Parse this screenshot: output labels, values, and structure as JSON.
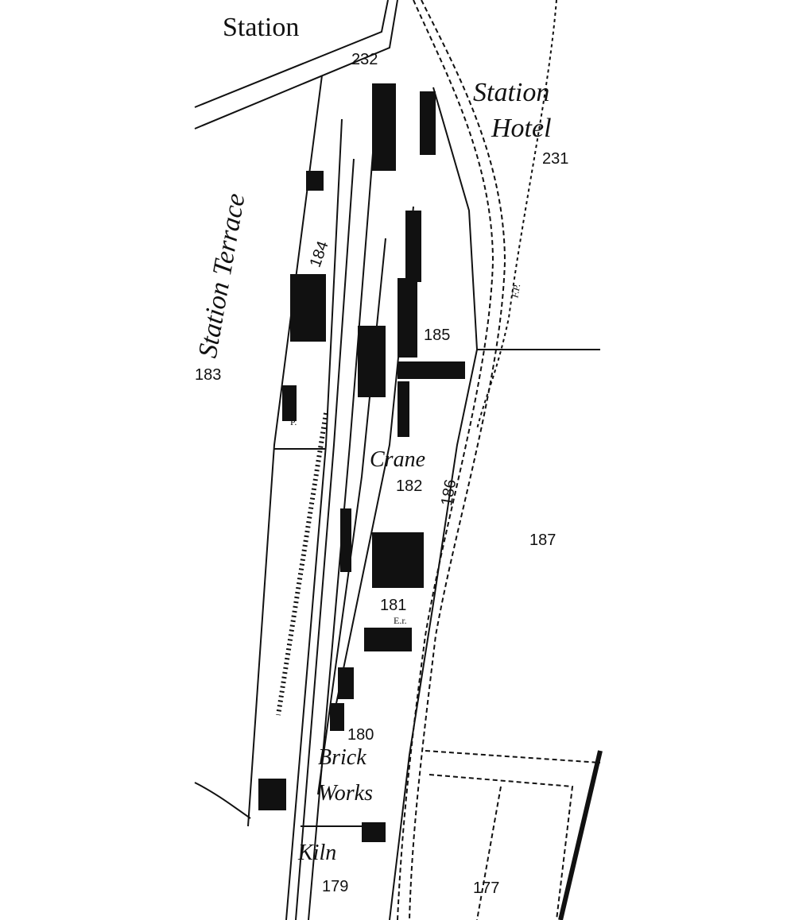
{
  "map": {
    "style": "black-and-white Ordnance Survey style plan",
    "labels": {
      "station": "Station",
      "station_hotel_1": "Station",
      "station_hotel_2": "Hotel",
      "station_terrace": "Station Terrace",
      "crane": "Crane",
      "brick": "Brick",
      "works": "Works",
      "kiln": "Kiln",
      "fp": "F.P.",
      "p": "P.",
      "er": "E.r."
    },
    "parcels": {
      "p232": "232",
      "p231": "231",
      "p184": "184",
      "p185": "185",
      "p183": "183",
      "p182": "182",
      "p186": "186",
      "p187": "187",
      "p181": "181",
      "p180": "180",
      "p179": "179",
      "p177": "177"
    },
    "colors": {
      "ink": "#111111",
      "paper": "#ffffff"
    }
  }
}
